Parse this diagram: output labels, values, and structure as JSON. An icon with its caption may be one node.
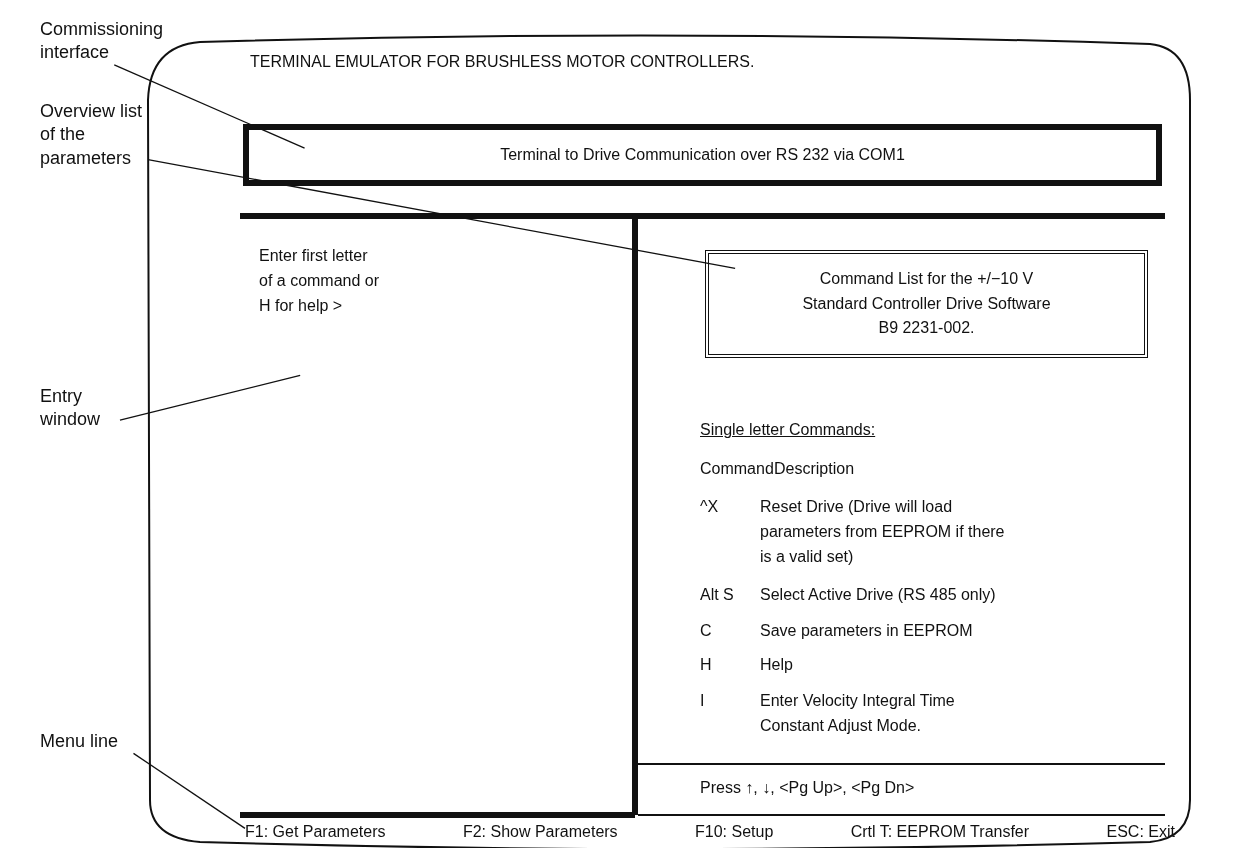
{
  "diagram": {
    "nodes": [
      {
        "text": [
          "Commissioning interface"
        ]
      },
      {
        "text": [
          "Overview list of the parameters"
        ]
      },
      {
        "text": [
          "Entry window"
        ]
      },
      {
        "text": [
          "Menu line"
        ]
      },
      {
        "text": [
          "Terminal to Drive Communication over RS 232 via COM1"
        ]
      },
      {
        "text": [
          "Command List for the +/−10 V Standard Controller Drive Software B9 2231-002."
        ]
      },
      {
        "text": [
          "Enter first letter of a command or H for help >"
        ]
      },
      {
        "text": [
          "F1: Get Parameters",
          "F2: Show Parameters",
          "F10: Setup",
          "Crtl T: EEPROM Transfer",
          "ESC: Exit"
        ]
      }
    ],
    "edges": [
      {
        "from": 0,
        "to": 4,
        "arrow": "none"
      },
      {
        "from": 1,
        "to": 5,
        "arrow": "none"
      },
      {
        "from": 2,
        "to": 6,
        "arrow": "none"
      },
      {
        "from": 3,
        "to": 7,
        "arrow": "none"
      }
    ],
    "labels": [
      "TERMINAL EMULATOR FOR BRUSHLESS MOTOR CONTROLLERS.",
      "Single letter Commands:",
      "Command",
      "Description",
      "^X",
      "Reset Drive (Drive will load parameters from EEPROM if there is a valid set)",
      "Alt S",
      "Select Active Drive (RS 485 only)",
      "C",
      "Save parameters in EEPROM",
      "H",
      "Help",
      "I",
      "Enter Velocity Integral Time Constant Adjust Mode.",
      "Press ↑, ↓, <Pg Up>, <Pg Dn>"
    ]
  }
}
